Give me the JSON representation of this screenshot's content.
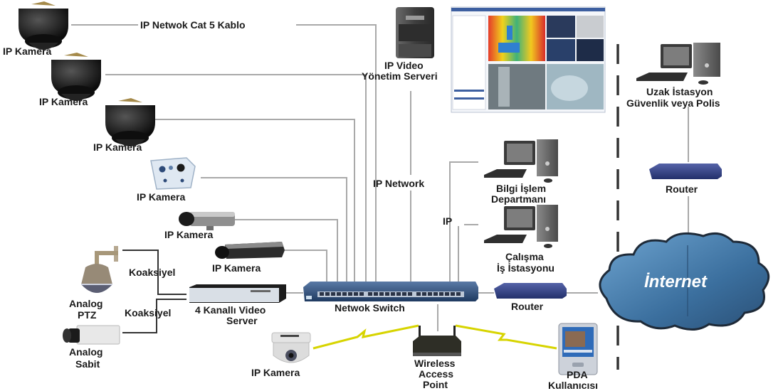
{
  "diagram": {
    "type": "network-topology",
    "colors": {
      "wire": "#a9a9a9",
      "coax": "#333333",
      "wireless": "#d7d400",
      "switch": "#2e4f7a",
      "router": "#3a4a8c",
      "cloud": "#4a7fb0",
      "camera_dark": "#1b1b1b"
    },
    "labels": {
      "cable": "IP Netwok Cat 5 Kablo",
      "ip_network": "IP Network",
      "ip": "IP",
      "coax_1": "Koaksiyel",
      "coax_2": "Koaksiyel",
      "internet": "İnternet"
    },
    "nodes": {
      "dome_cam_1": {
        "label": "IP Kamera"
      },
      "dome_cam_2": {
        "label": "IP Kamera"
      },
      "dome_cam_3": {
        "label": "IP Kamera"
      },
      "box_cam_4": {
        "label": "IP Kamera"
      },
      "bullet_cam_5": {
        "label": "IP Kamera"
      },
      "bullet_cam_6": {
        "label": "IP Kamera"
      },
      "analog_ptz": {
        "line1": "Analog",
        "line2": "PTZ"
      },
      "analog_fixed": {
        "line1": "Analog",
        "line2": "Sabit"
      },
      "video_server": {
        "line1": "4 Kanallı Video",
        "line2": "Server"
      },
      "network_switch": {
        "label": "Netwok Switch"
      },
      "wireless_ip_cam": {
        "label": "IP Kamera"
      },
      "access_point": {
        "line1": "Wireless",
        "line2": "Access",
        "line3": "Point"
      },
      "pda": {
        "line1": "PDA",
        "line2": "Kullanıcısı"
      },
      "mgmt_server": {
        "line1": "IP Video",
        "line2": "Yönetim Serveri"
      },
      "it_dept": {
        "line1": "Bilgi İşlem",
        "line2": "Departmanı"
      },
      "workstation": {
        "line1": "Çalışma",
        "line2": "İş İstasyonu"
      },
      "local_router": {
        "label": "Router"
      },
      "remote_station": {
        "line1": "Uzak İstasyon",
        "line2": "Güvenlik veya Polis"
      },
      "remote_router": {
        "label": "Router"
      }
    }
  }
}
